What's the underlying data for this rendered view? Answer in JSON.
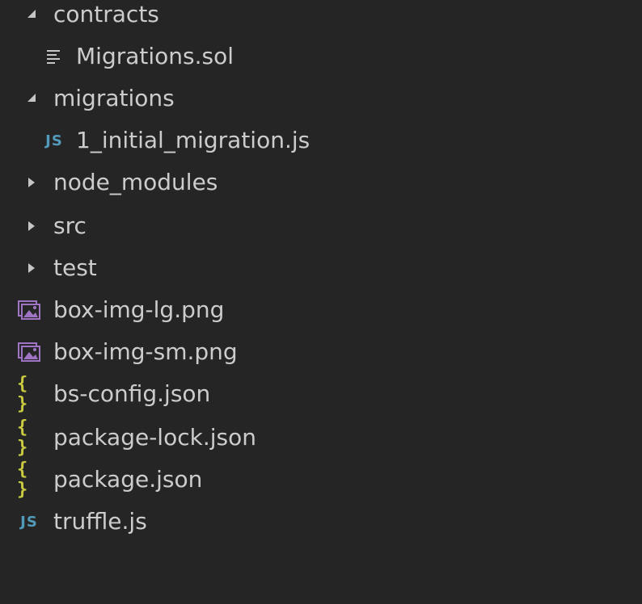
{
  "explorer": {
    "items": [
      {
        "label": "contracts",
        "kind": "folder",
        "expanded": true,
        "icon": "caret-down-icon"
      },
      {
        "label": "Migrations.sol",
        "kind": "child",
        "icon": "lines-file-icon"
      },
      {
        "label": "migrations",
        "kind": "folder",
        "expanded": true,
        "icon": "caret-down-icon"
      },
      {
        "label": "1_initial_migration.js",
        "kind": "child",
        "icon": "js-file-icon"
      },
      {
        "label": "node_modules",
        "kind": "folder",
        "expanded": false,
        "icon": "caret-right-icon"
      },
      {
        "label": "src",
        "kind": "folder",
        "expanded": false,
        "icon": "caret-right-icon"
      },
      {
        "label": "test",
        "kind": "folder",
        "expanded": false,
        "icon": "caret-right-icon"
      },
      {
        "label": "box-img-lg.png",
        "kind": "root-file",
        "icon": "image-file-icon"
      },
      {
        "label": "box-img-sm.png",
        "kind": "root-file",
        "icon": "image-file-icon"
      },
      {
        "label": "bs-config.json",
        "kind": "root-file",
        "icon": "json-file-icon"
      },
      {
        "label": "package-lock.json",
        "kind": "root-file",
        "icon": "json-file-icon"
      },
      {
        "label": "package.json",
        "kind": "root-file",
        "icon": "json-file-icon"
      },
      {
        "label": "truffle.js",
        "kind": "root-file",
        "icon": "js-file-icon"
      }
    ],
    "icon_glyphs": {
      "js": "JS",
      "json": "{ }"
    }
  },
  "colors": {
    "background": "#252526",
    "text": "#cccccc",
    "js_icon": "#519aba",
    "json_icon": "#cbcb41",
    "image_icon": "#a074c4",
    "twisty": "#c5c5c5"
  }
}
